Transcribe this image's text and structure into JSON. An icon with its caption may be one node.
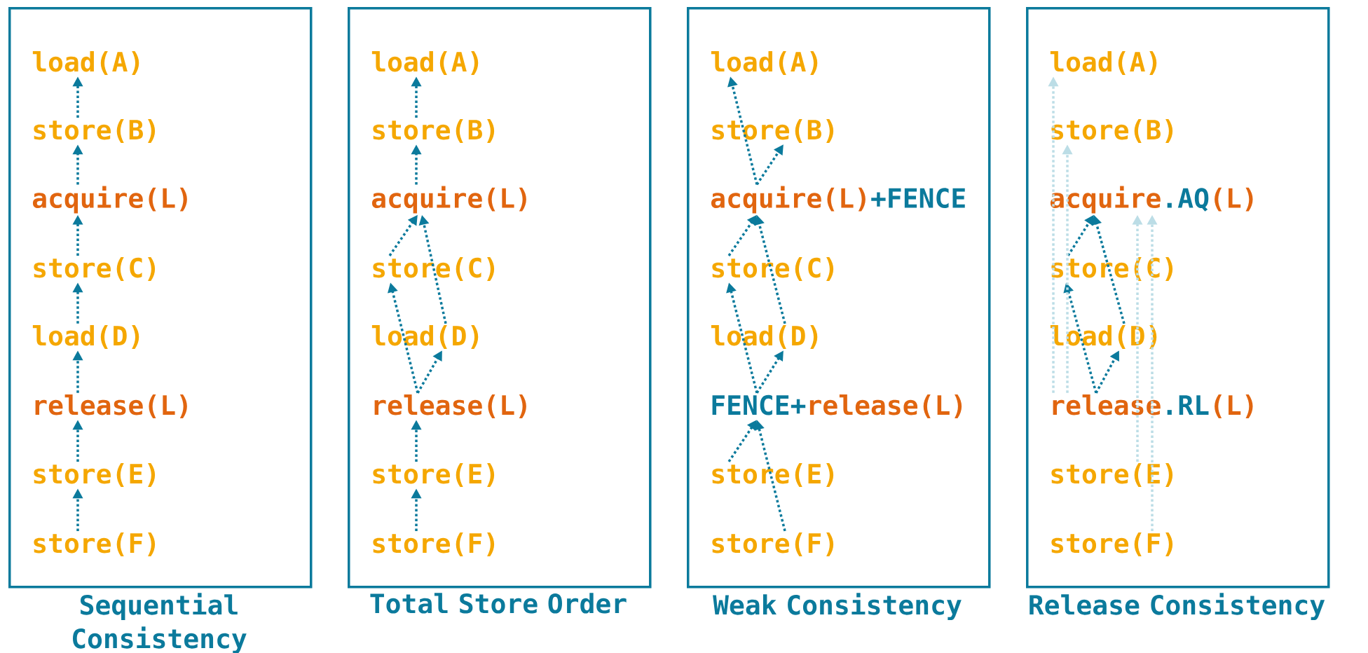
{
  "diagram": {
    "nodes": [
      {
        "text": [
          "Sequential Consistency"
        ]
      },
      {
        "text": [
          "load(A)"
        ],
        "in": 0
      },
      {
        "text": [
          "store(B)"
        ],
        "in": 0
      },
      {
        "text": [
          "acquire(L)"
        ],
        "in": 0
      },
      {
        "text": [
          "store(C)"
        ],
        "in": 0
      },
      {
        "text": [
          "load(D)"
        ],
        "in": 0
      },
      {
        "text": [
          "release(L)"
        ],
        "in": 0
      },
      {
        "text": [
          "store(E)"
        ],
        "in": 0
      },
      {
        "text": [
          "store(F)"
        ],
        "in": 0
      },
      {
        "text": [
          "Total Store Order"
        ]
      },
      {
        "text": [
          "load(A)"
        ],
        "in": 9
      },
      {
        "text": [
          "store(B)"
        ],
        "in": 9
      },
      {
        "text": [
          "acquire(L)"
        ],
        "in": 9
      },
      {
        "text": [
          "store(C)"
        ],
        "in": 9
      },
      {
        "text": [
          "load(D)"
        ],
        "in": 9
      },
      {
        "text": [
          "release(L)"
        ],
        "in": 9
      },
      {
        "text": [
          "store(E)"
        ],
        "in": 9
      },
      {
        "text": [
          "store(F)"
        ],
        "in": 9
      },
      {
        "text": [
          "Weak Consistency"
        ]
      },
      {
        "text": [
          "load(A)"
        ],
        "in": 18
      },
      {
        "text": [
          "store(B)"
        ],
        "in": 18
      },
      {
        "text": [
          "acquire(L)",
          "+FENCE"
        ],
        "in": 18
      },
      {
        "text": [
          "store(C)"
        ],
        "in": 18
      },
      {
        "text": [
          "load(D)"
        ],
        "in": 18
      },
      {
        "text": [
          "FENCE+",
          "release(L)"
        ],
        "in": 18
      },
      {
        "text": [
          "store(E)"
        ],
        "in": 18
      },
      {
        "text": [
          "store(F)"
        ],
        "in": 18
      },
      {
        "text": [
          "Release Consistency"
        ]
      },
      {
        "text": [
          "load(A)"
        ],
        "in": 27
      },
      {
        "text": [
          "store(B)"
        ],
        "in": 27
      },
      {
        "text": [
          "acquire",
          ".AQ",
          "(L)"
        ],
        "in": 27
      },
      {
        "text": [
          "store(C)"
        ],
        "in": 27
      },
      {
        "text": [
          "load(D)"
        ],
        "in": 27
      },
      {
        "text": [
          "release",
          ".RL",
          "(L)"
        ],
        "in": 27
      },
      {
        "text": [
          "store(E)"
        ],
        "in": 27
      },
      {
        "text": [
          "store(F)"
        ],
        "in": 27
      }
    ],
    "edges": [
      {
        "from": 8,
        "to": 7,
        "arrow": "to"
      },
      {
        "from": 7,
        "to": 6,
        "arrow": "to"
      },
      {
        "from": 6,
        "to": 5,
        "arrow": "to"
      },
      {
        "from": 5,
        "to": 4,
        "arrow": "to"
      },
      {
        "from": 4,
        "to": 3,
        "arrow": "to"
      },
      {
        "from": 3,
        "to": 2,
        "arrow": "to"
      },
      {
        "from": 2,
        "to": 1,
        "arrow": "to"
      },
      {
        "from": 11,
        "to": 10,
        "arrow": "to"
      },
      {
        "from": 12,
        "to": 11,
        "arrow": "to"
      },
      {
        "from": 13,
        "to": 12,
        "arrow": "to"
      },
      {
        "from": 14,
        "to": 12,
        "arrow": "to"
      },
      {
        "from": 15,
        "to": 13,
        "arrow": "to"
      },
      {
        "from": 15,
        "to": 14,
        "arrow": "to"
      },
      {
        "from": 16,
        "to": 15,
        "arrow": "to"
      },
      {
        "from": 17,
        "to": 16,
        "arrow": "to"
      },
      {
        "from": 21,
        "to": 19,
        "arrow": "to"
      },
      {
        "from": 21,
        "to": 20,
        "arrow": "to"
      },
      {
        "from": 22,
        "to": 21,
        "arrow": "to"
      },
      {
        "from": 23,
        "to": 21,
        "arrow": "to"
      },
      {
        "from": 24,
        "to": 22,
        "arrow": "to"
      },
      {
        "from": 24,
        "to": 23,
        "arrow": "to"
      },
      {
        "from": 25,
        "to": 24,
        "arrow": "to"
      },
      {
        "from": 26,
        "to": 24,
        "arrow": "to"
      },
      {
        "from": 31,
        "to": 30,
        "arrow": "to"
      },
      {
        "from": 32,
        "to": 30,
        "arrow": "to"
      },
      {
        "from": 33,
        "to": 31,
        "arrow": "to"
      },
      {
        "from": 33,
        "to": 32,
        "arrow": "to"
      },
      {
        "from": 33,
        "to": 28,
        "arrow": "to",
        "color": "#bcdde6"
      },
      {
        "from": 33,
        "to": 29,
        "arrow": "to",
        "color": "#bcdde6"
      },
      {
        "from": 34,
        "to": 30,
        "arrow": "to",
        "color": "#bcdde6"
      },
      {
        "from": 35,
        "to": 30,
        "arrow": "to",
        "color": "#bcdde6"
      }
    ]
  }
}
